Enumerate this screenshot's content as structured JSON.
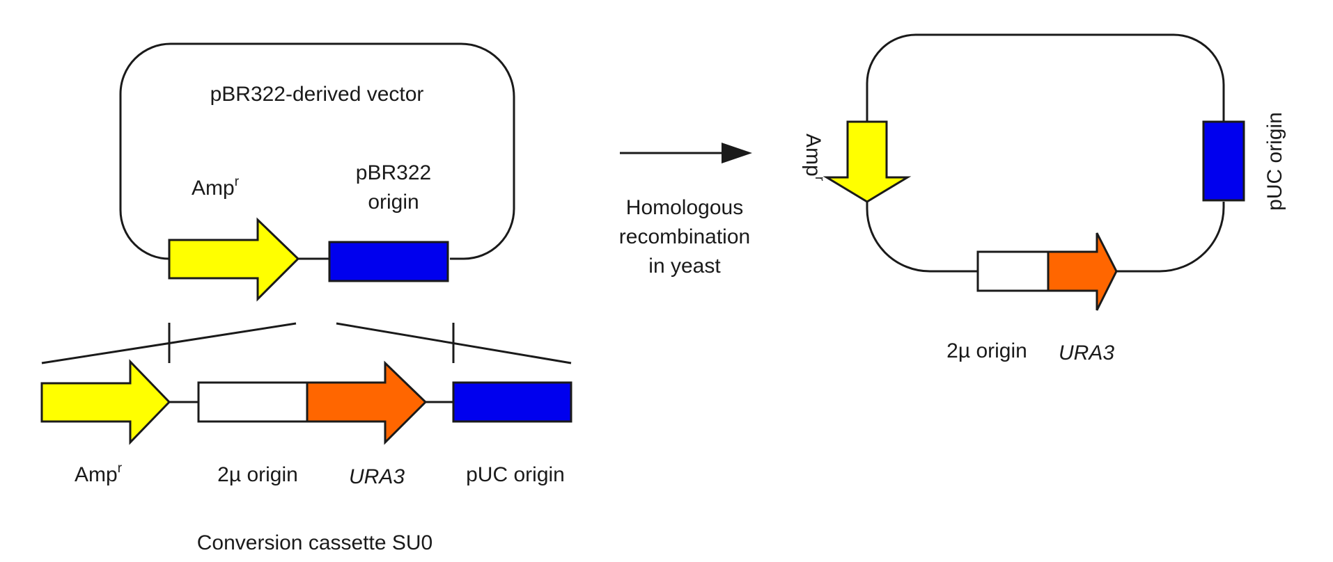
{
  "vector": {
    "title": "pBR322-derived vector",
    "amp_label": "Amp",
    "amp_sup": "r",
    "ori_label_line1": "pBR322",
    "ori_label_line2": "origin"
  },
  "cassette": {
    "amp_label": "Amp",
    "amp_sup": "r",
    "two_micron_label": "2µ origin",
    "ura3_label": "URA3",
    "puc_label": "pUC origin",
    "caption": "Conversion cassette SU0"
  },
  "process": {
    "line1": "Homologous",
    "line2": "recombination",
    "line3": "in yeast"
  },
  "product": {
    "amp_label": "Amp",
    "amp_sup": "r",
    "puc_label": "pUC origin",
    "two_micron_label": "2µ origin",
    "ura3_label": "URA3"
  },
  "colors": {
    "amp": "#ffff00",
    "origin_blue": "#0000ee",
    "ura3": "#ff6600",
    "two_micron": "#ffffff",
    "stroke": "#1a1a1a"
  },
  "icons": {
    "process_arrow": "right-arrow-icon"
  }
}
